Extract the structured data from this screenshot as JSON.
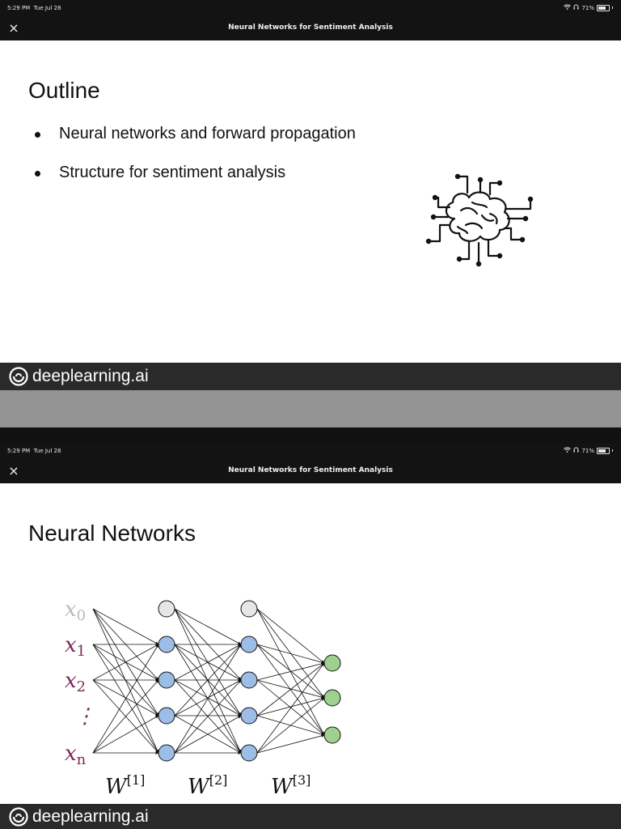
{
  "status": {
    "time": "5:29 PM",
    "date": "Tue Jul 28",
    "battery": "71%",
    "battery_level": 0.71
  },
  "header": {
    "close_glyph": "×",
    "title": "Neural Networks for Sentiment Analysis"
  },
  "slides": [
    {
      "title": "Outline",
      "bullets": [
        "Neural networks and forward propagation",
        "Structure for sentiment analysis"
      ],
      "icon": "brain-circuit-icon"
    },
    {
      "title": "Neural Networks",
      "inputs": [
        "x0",
        "x1",
        "x2",
        "⋮",
        "xn"
      ],
      "weights": [
        "W[1]",
        "W[2]",
        "W[3]"
      ],
      "network": {
        "input_nodes": 5,
        "hidden_layers": 2,
        "hidden_nodes": 4,
        "bias_nodes": 2,
        "output_nodes": 3
      },
      "colors": {
        "input_label": "#7a2a5a",
        "bias_label": "#bbbbbb",
        "hidden_node": "#9bbde6",
        "bias_node": "#e6e6e6",
        "output_node": "#9fd18e"
      }
    }
  ],
  "footer": {
    "brand": "deeplearning.ai"
  }
}
